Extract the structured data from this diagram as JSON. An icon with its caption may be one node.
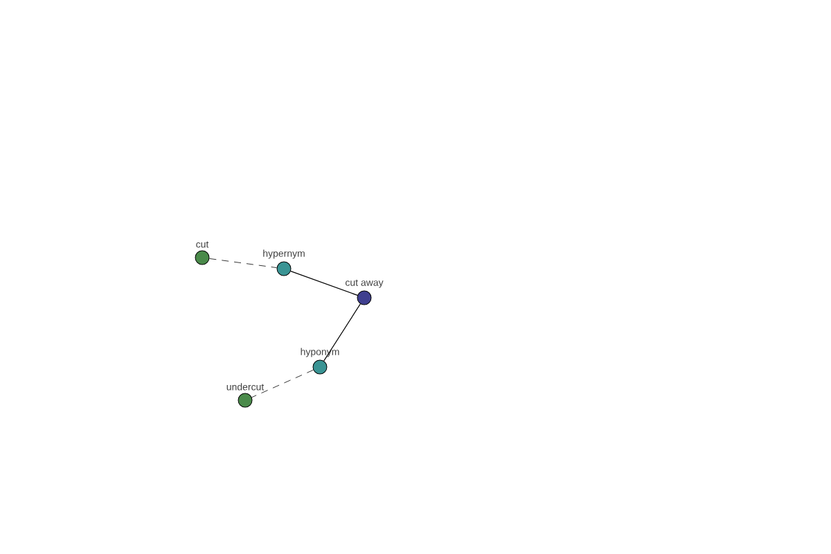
{
  "diagram": {
    "nodes": [
      {
        "text": [
          "cut"
        ]
      },
      {
        "text": [
          "hypernym"
        ]
      },
      {
        "text": [
          "cut away"
        ]
      },
      {
        "text": [
          "hyponym"
        ]
      },
      {
        "text": [
          "undercut"
        ]
      }
    ],
    "edges": [
      {
        "from": 0,
        "to": 1,
        "arrow": "none",
        "style": "dashed"
      },
      {
        "from": 1,
        "to": 2,
        "arrow": "none"
      },
      {
        "from": 2,
        "to": 3,
        "arrow": "none"
      },
      {
        "from": 3,
        "to": 4,
        "arrow": "none",
        "style": "dashed"
      }
    ]
  }
}
